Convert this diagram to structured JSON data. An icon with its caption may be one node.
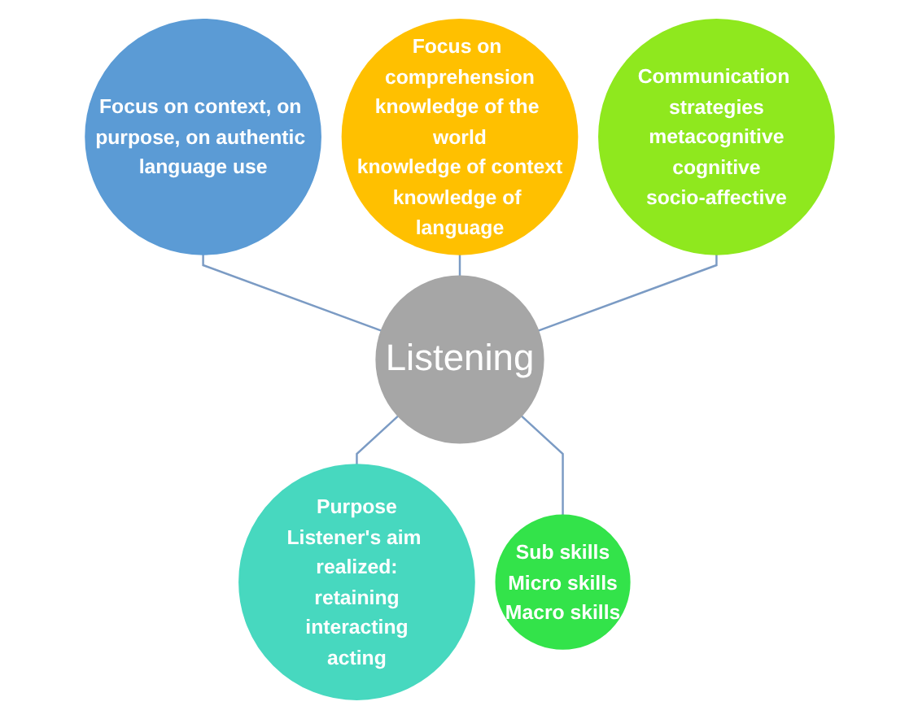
{
  "diagram": {
    "nodes": [
      {
        "text": [
          "Focus on comprehension",
          "knowledge of the world",
          "knowledge of context",
          "knowledge of language"
        ]
      },
      {
        "text": [
          "Focus on context, on purpose, on authentic language use"
        ]
      },
      {
        "text": [
          "Communication strategies",
          "metacognitive",
          "cognitive",
          "socio-affective"
        ]
      },
      {
        "text": [
          "Listening"
        ]
      },
      {
        "text": [
          "Purpose",
          "Listener's aim realized:",
          "retaining",
          "interacting",
          "acting"
        ]
      },
      {
        "text": [
          "Sub skills",
          "Micro skills",
          "Macro skills"
        ]
      }
    ],
    "edges": [
      {
        "from": 1,
        "to": 3,
        "arrow": "none"
      },
      {
        "from": 0,
        "to": 3,
        "arrow": "none"
      },
      {
        "from": 2,
        "to": 3,
        "arrow": "none"
      },
      {
        "from": 3,
        "to": 4,
        "arrow": "none"
      },
      {
        "from": 3,
        "to": 5,
        "arrow": "none"
      }
    ]
  }
}
